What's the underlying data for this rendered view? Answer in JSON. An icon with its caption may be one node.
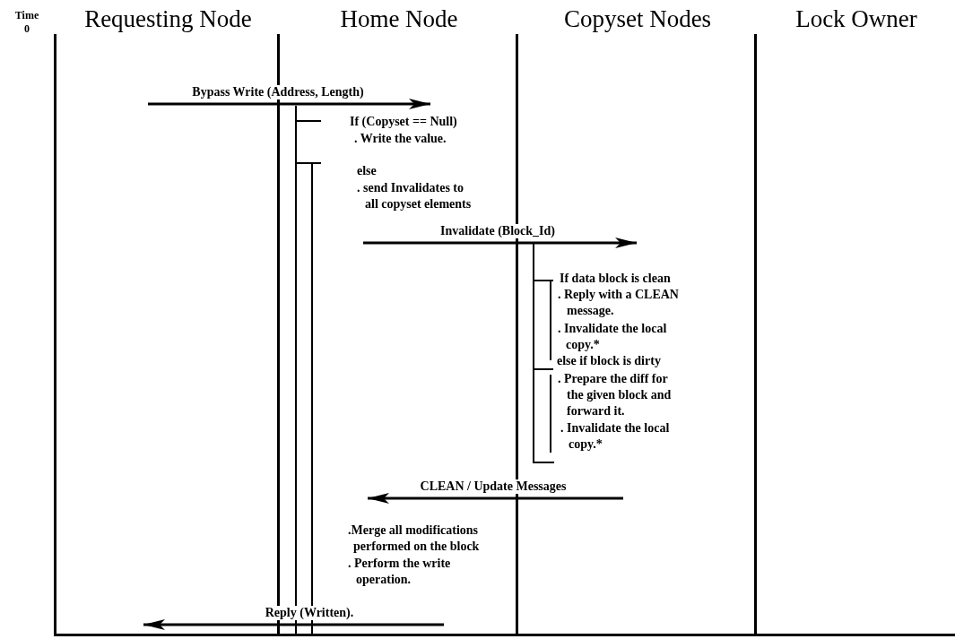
{
  "diagram": {
    "nodes": [
      {
        "text": [
          "Requesting Node"
        ]
      },
      {
        "text": [
          "Home Node"
        ]
      },
      {
        "text": [
          "Copyset Nodes"
        ]
      },
      {
        "text": [
          "Lock Owner"
        ]
      }
    ],
    "edges": [
      {
        "from": 0,
        "to": 1,
        "arrow": "to",
        "label": "Bypass Write (Address, Length)"
      },
      {
        "from": 1,
        "to": 2,
        "arrow": "to",
        "label": "Invalidate (Block_Id)"
      },
      {
        "from": 2,
        "to": 1,
        "arrow": "to",
        "label": "CLEAN / Update Messages"
      },
      {
        "from": 1,
        "to": 0,
        "arrow": "to",
        "label": "Reply (Written)."
      }
    ],
    "labels": [
      "Time",
      "0",
      "If (Copyset == Null)",
      ". Write the value.",
      "else",
      ". send Invalidates to all copyset elements",
      "If data block is clean",
      ". Reply with a CLEAN message.",
      ". Invalidate the local copy.*",
      "else if block is dirty",
      ". Prepare the diff for the given block and forward it.",
      ". Invalidate the local copy.*",
      ".Merge all modifications performed on the block",
      ". Perform the write operation."
    ]
  }
}
